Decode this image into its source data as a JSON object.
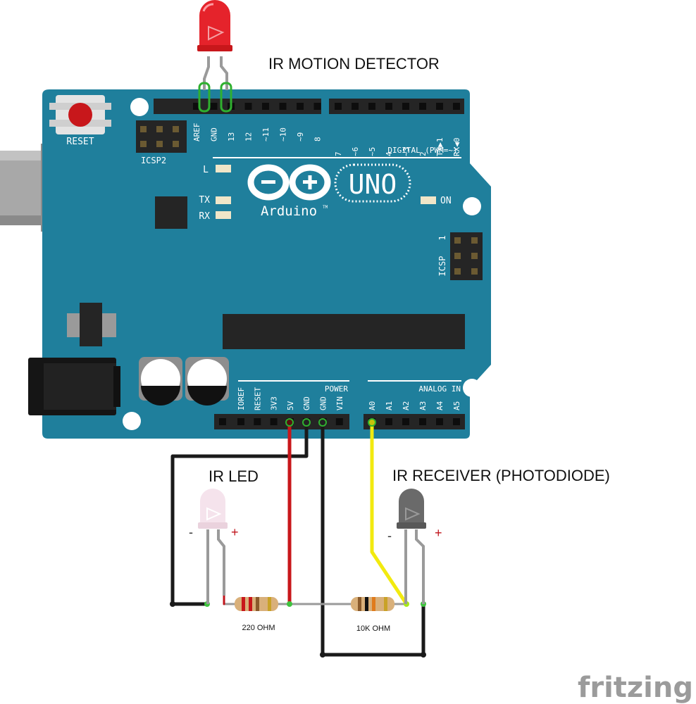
{
  "labels": {
    "title": "IR MOTION DETECTOR",
    "ir_led": "IR LED",
    "ir_receiver": "IR RECEIVER (PHOTODIODE)",
    "resistor_1": "220 OHM",
    "resistor_2": "10K OHM",
    "minus_sign": "-",
    "plus_sign": "+",
    "watermark": "fritzing"
  },
  "board": {
    "reset_label": "RESET",
    "icsp2_label": "ICSP2",
    "icsp_label": "ICSP",
    "icsp_pin1": "1",
    "uno_label": "UNO",
    "arduino_label": "Arduino",
    "tm": "TM",
    "on_label": "ON",
    "l_label": "L",
    "tx_label": "TX",
    "rx_label": "RX",
    "digital_label": "DIGITAL (PWM=~)",
    "power_label": "POWER",
    "analog_label": "ANALOG IN",
    "digital_pins_left": [
      "AREF",
      "GND",
      "13",
      "12",
      "~11",
      "~10",
      "~9",
      "8"
    ],
    "digital_pins_right": [
      "7",
      "~6",
      "~5",
      "4",
      "~3",
      "2",
      "TX▶1",
      "RX◀0"
    ],
    "power_pins": [
      "IOREF",
      "RESET",
      "3V3",
      "5V",
      "GND",
      "GND",
      "VIN"
    ],
    "analog_pins": [
      "A0",
      "A1",
      "A2",
      "A3",
      "A4",
      "A5"
    ]
  },
  "colors": {
    "board": "#1f7f9c",
    "header": "#252525",
    "wire_black": "#1a1a1a",
    "wire_red": "#c8171b",
    "wire_yellow": "#f2ea0f",
    "led_red": "#e5232b",
    "led_ir": "#f5e3ec",
    "receiver": "#6a6a6a",
    "lead": "#9a9a9a",
    "plus_red": "#c0141b",
    "watermark": "#9b9b9b"
  }
}
